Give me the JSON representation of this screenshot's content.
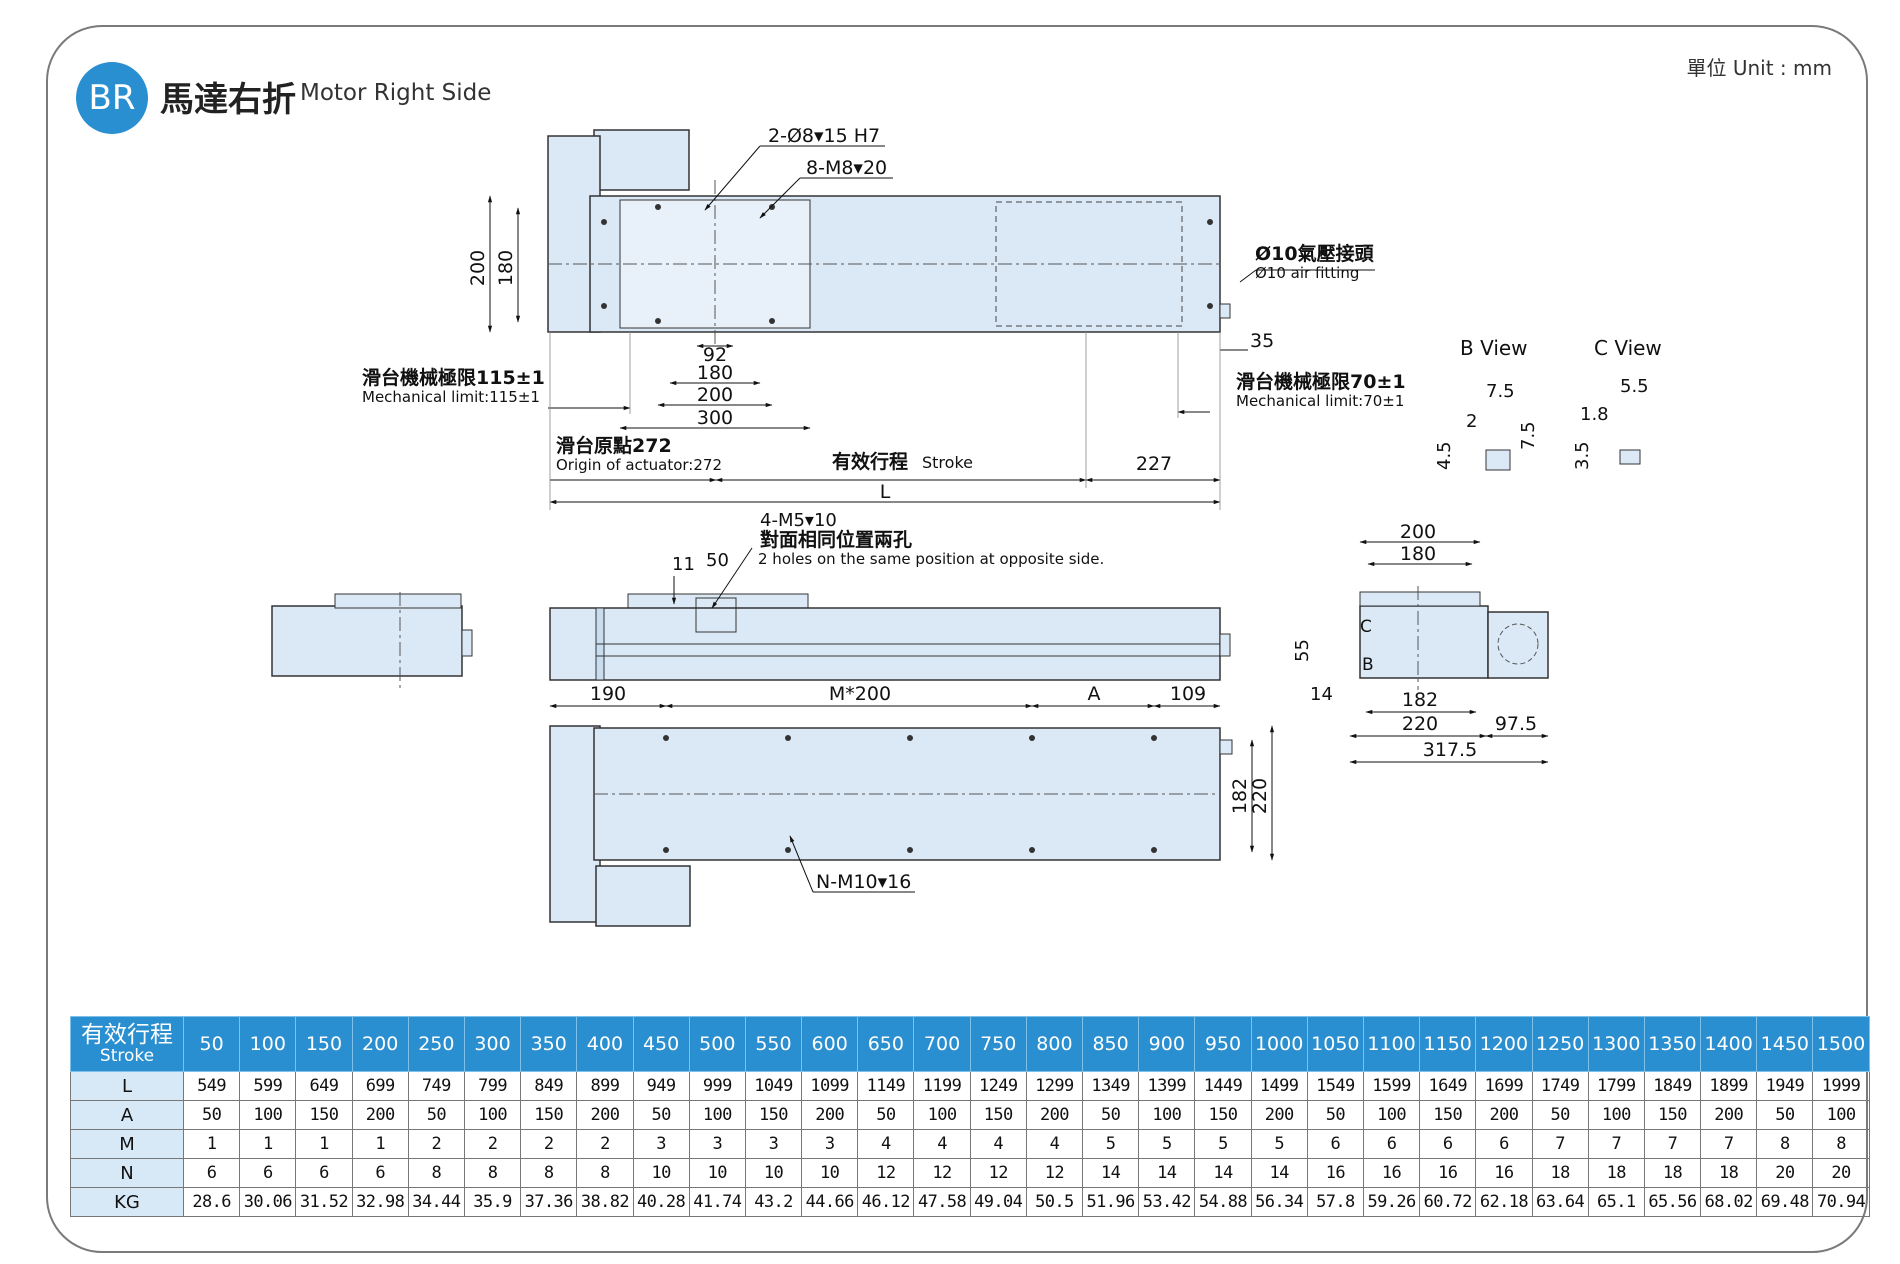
{
  "header": {
    "badge": "BR",
    "title_zh": "馬達右折",
    "title_en": "Motor Right Side",
    "unit": "單位 Unit : mm"
  },
  "colors": {
    "accent": "#2a8fd0",
    "body_fill": "#dbe9f6",
    "c_view": "#e8882a"
  },
  "top_view": {
    "callout_holes_h7": "2-Ø8▾15 H7",
    "callout_holes_m8": "8-M8▾20",
    "dim_200": "200",
    "dim_180": "180",
    "air_zh": "Ø10氣壓接頭",
    "air_en": "Ø10 air fitting",
    "dim_35": "35",
    "dim_92": "92",
    "dim_180b": "180",
    "dim_200b": "200",
    "dim_300": "300",
    "limit_left_zh": "滑台機械極限115±1",
    "limit_left_en": "Mechanical limit:115±1",
    "limit_right_zh": "滑台機械極限70±1",
    "limit_right_en": "Mechanical limit:70±1",
    "origin_zh": "滑台原點272",
    "origin_en": "Origin of actuator:272",
    "stroke_zh": "有效行程",
    "stroke_en": "Stroke",
    "dim_227": "227",
    "dim_L": "L"
  },
  "b_view": {
    "title": "B View",
    "d75": "7.5",
    "d2": "2",
    "d45": "4.5",
    "d75v": "7.5"
  },
  "c_view": {
    "title": "C View",
    "d55": "5.5",
    "d18": "1.8",
    "d35": "3.5"
  },
  "side_view": {
    "callout_m5": "4-M5▾10",
    "callout_zh": "對面相同位置兩孔",
    "callout_en": "2 holes on the same position at opposite side.",
    "dim_11": "11",
    "dim_50": "50"
  },
  "end_view": {
    "dim_200": "200",
    "dim_180": "180",
    "label_c": "C",
    "label_b": "B",
    "dim_55": "55",
    "dim_14": "14",
    "dim_182": "182",
    "dim_220": "220",
    "dim_975": "97.5",
    "dim_3175": "317.5"
  },
  "bottom_view": {
    "dim_190": "190",
    "dim_m200": "M*200",
    "dim_A": "A",
    "dim_109": "109",
    "dim_182": "182",
    "dim_220": "220",
    "callout_n": "N-M10▾16"
  },
  "table": {
    "corner_zh": "有效行程",
    "corner_en": "Stroke",
    "stroke": [
      "50",
      "100",
      "150",
      "200",
      "250",
      "300",
      "350",
      "400",
      "450",
      "500",
      "550",
      "600",
      "650",
      "700",
      "750",
      "800",
      "850",
      "900",
      "950",
      "1000",
      "1050",
      "1100",
      "1150",
      "1200",
      "1250",
      "1300",
      "1350",
      "1400",
      "1450",
      "1500"
    ],
    "rows": [
      {
        "label": "L",
        "values": [
          "549",
          "599",
          "649",
          "699",
          "749",
          "799",
          "849",
          "899",
          "949",
          "999",
          "1049",
          "1099",
          "1149",
          "1199",
          "1249",
          "1299",
          "1349",
          "1399",
          "1449",
          "1499",
          "1549",
          "1599",
          "1649",
          "1699",
          "1749",
          "1799",
          "1849",
          "1899",
          "1949",
          "1999"
        ]
      },
      {
        "label": "A",
        "values": [
          "50",
          "100",
          "150",
          "200",
          "50",
          "100",
          "150",
          "200",
          "50",
          "100",
          "150",
          "200",
          "50",
          "100",
          "150",
          "200",
          "50",
          "100",
          "150",
          "200",
          "50",
          "100",
          "150",
          "200",
          "50",
          "100",
          "150",
          "200",
          "50",
          "100"
        ]
      },
      {
        "label": "M",
        "values": [
          "1",
          "1",
          "1",
          "1",
          "2",
          "2",
          "2",
          "2",
          "3",
          "3",
          "3",
          "3",
          "4",
          "4",
          "4",
          "4",
          "5",
          "5",
          "5",
          "5",
          "6",
          "6",
          "6",
          "6",
          "7",
          "7",
          "7",
          "7",
          "8",
          "8"
        ]
      },
      {
        "label": "N",
        "values": [
          "6",
          "6",
          "6",
          "6",
          "8",
          "8",
          "8",
          "8",
          "10",
          "10",
          "10",
          "10",
          "12",
          "12",
          "12",
          "12",
          "14",
          "14",
          "14",
          "14",
          "16",
          "16",
          "16",
          "16",
          "18",
          "18",
          "18",
          "18",
          "20",
          "20"
        ]
      },
      {
        "label": "KG",
        "values": [
          "28.6",
          "30.06",
          "31.52",
          "32.98",
          "34.44",
          "35.9",
          "37.36",
          "38.82",
          "40.28",
          "41.74",
          "43.2",
          "44.66",
          "46.12",
          "47.58",
          "49.04",
          "50.5",
          "51.96",
          "53.42",
          "54.88",
          "56.34",
          "57.8",
          "59.26",
          "60.72",
          "62.18",
          "63.64",
          "65.1",
          "65.56",
          "68.02",
          "69.48",
          "70.94"
        ]
      }
    ]
  }
}
